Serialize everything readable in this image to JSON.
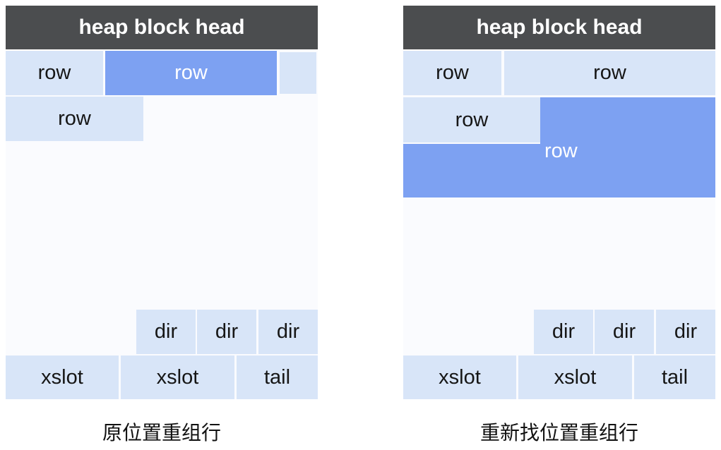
{
  "colors": {
    "page_bg": "#ffffff",
    "header_bg": "#4b4d4f",
    "header_text": "#ffffff",
    "cell_light_bg": "#d8e5f8",
    "cell_accent_bg": "#7da1f2",
    "cell_text": "#161616",
    "accent_text": "#ffffff",
    "diagram_bg": "#fafbfe",
    "caption_text": "#111111"
  },
  "left_diagram": {
    "header": "heap block head",
    "cells": {
      "row1a": "row",
      "row1b": "row",
      "row1c": "",
      "row2": "row",
      "dir1": "dir",
      "dir2": "dir",
      "dir3": "dir",
      "xslot1": "xslot",
      "xslot2": "xslot",
      "tail": "tail"
    },
    "caption": "原位置重组行"
  },
  "right_diagram": {
    "header": "heap block head",
    "cells": {
      "row1a": "row",
      "row1b": "row",
      "row2a": "row",
      "row2b": "row",
      "dir1": "dir",
      "dir2": "dir",
      "dir3": "dir",
      "xslot1": "xslot",
      "xslot2": "xslot",
      "tail": "tail"
    },
    "caption": "重新找位置重组行"
  }
}
